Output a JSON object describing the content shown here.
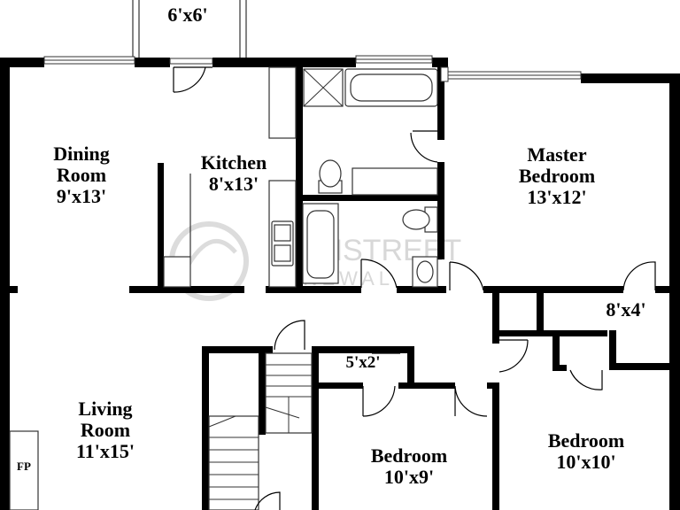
{
  "rooms": {
    "deck_size": "6'x6'",
    "dining_name_1": "Dining",
    "dining_name_2": "Room",
    "dining_size": "9'x13'",
    "kitchen_name": "Kitchen",
    "kitchen_size": "8'x13'",
    "master_name_1": "Master",
    "master_name_2": "Bedroom",
    "master_size": "13'x12'",
    "closet_a_size": "8'x4'",
    "closet_b_size": "5'x2'",
    "living_name_1": "Living",
    "living_name_2": "Room",
    "living_size": "11'x15'",
    "fireplace": "FP",
    "bedroom_mid_name": "Bedroom",
    "bedroom_mid_size": "10'x9'",
    "bedroom_right_name": "Bedroom",
    "bedroom_right_size": "10'x10'"
  },
  "watermark": {
    "line1": "MAINSTREET",
    "line2": "RENEWAL"
  },
  "colors": {
    "wall": "#000000",
    "background": "#ffffff",
    "watermark": "#d8d8d8"
  }
}
